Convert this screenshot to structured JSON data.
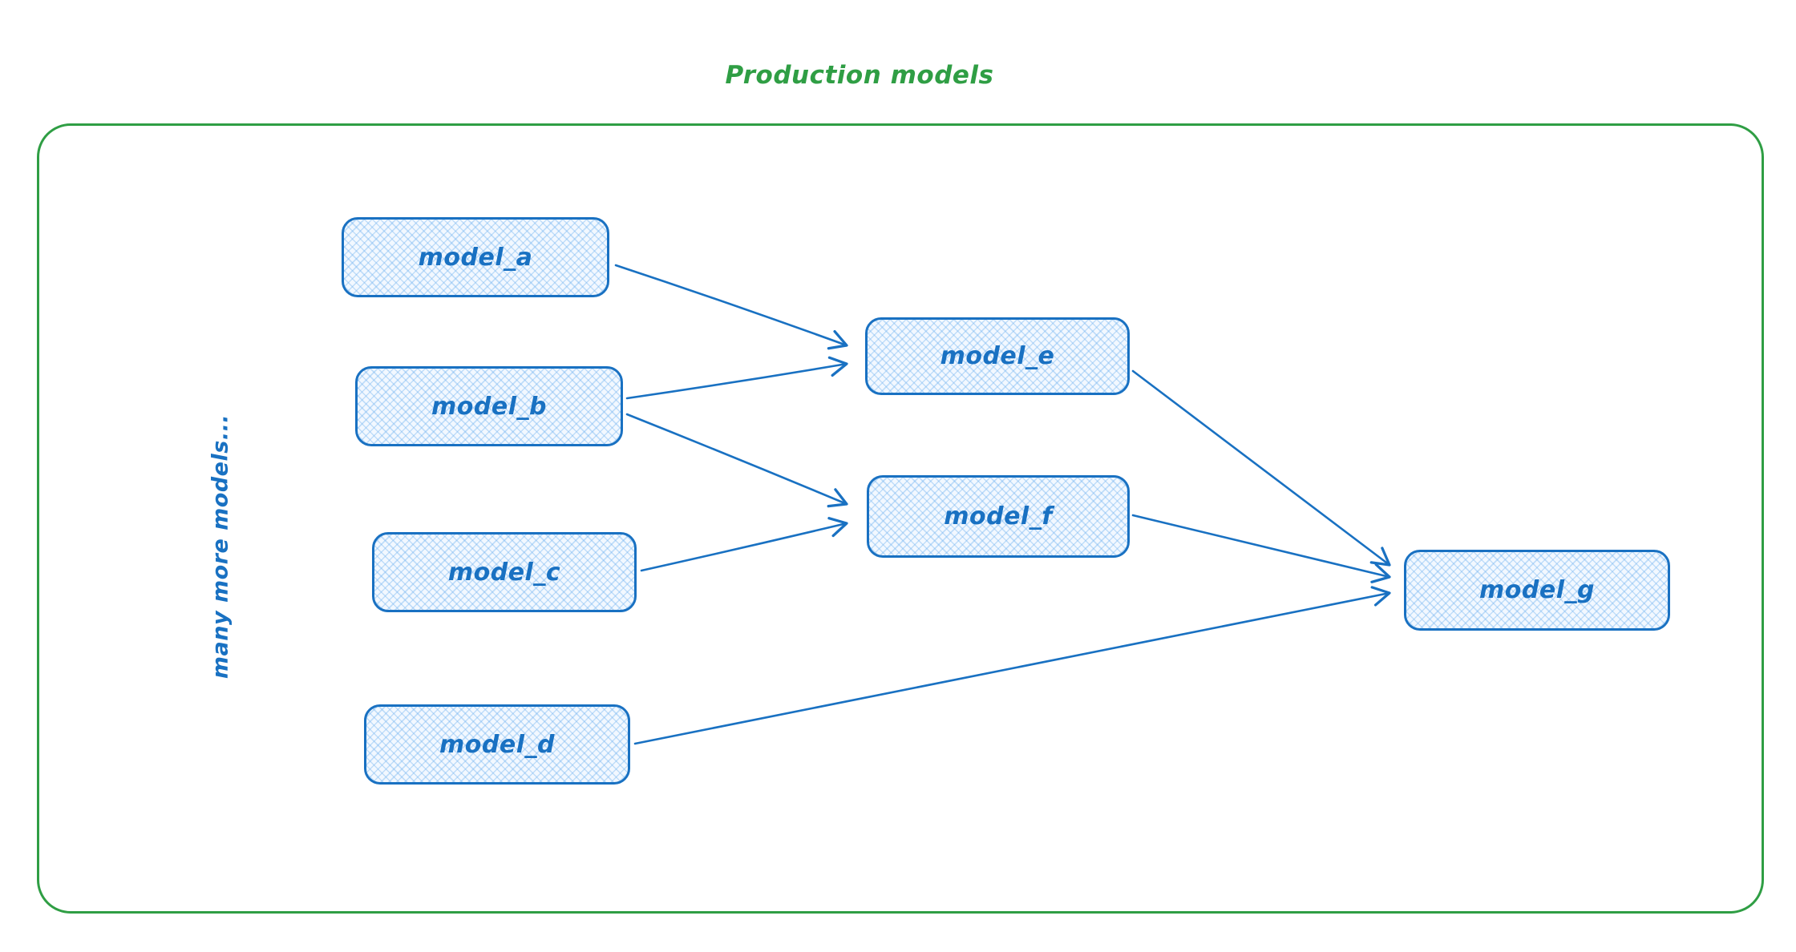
{
  "diagram": {
    "title": "Production models",
    "side_label": "many more models...",
    "colors": {
      "container_stroke": "#2f9e44",
      "title_text": "#2f9e44",
      "node_stroke": "#1971c2",
      "node_fill": "#dbeafe",
      "node_text": "#1971c2",
      "arrow": "#1971c2"
    },
    "nodes": [
      {
        "id": "model_a",
        "label": "model_a"
      },
      {
        "id": "model_b",
        "label": "model_b"
      },
      {
        "id": "model_c",
        "label": "model_c"
      },
      {
        "id": "model_d",
        "label": "model_d"
      },
      {
        "id": "model_e",
        "label": "model_e"
      },
      {
        "id": "model_f",
        "label": "model_f"
      },
      {
        "id": "model_g",
        "label": "model_g"
      }
    ],
    "edges": [
      {
        "from": "model_a",
        "to": "model_e"
      },
      {
        "from": "model_b",
        "to": "model_e"
      },
      {
        "from": "model_b",
        "to": "model_f"
      },
      {
        "from": "model_c",
        "to": "model_f"
      },
      {
        "from": "model_e",
        "to": "model_g"
      },
      {
        "from": "model_f",
        "to": "model_g"
      },
      {
        "from": "model_d",
        "to": "model_g"
      }
    ]
  }
}
